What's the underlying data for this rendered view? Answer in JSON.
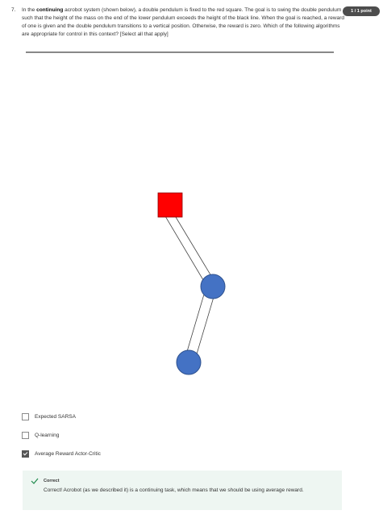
{
  "question": {
    "number": "7.",
    "prefix": "In the ",
    "emphasis": "continuing",
    "body": " acrobot system (shown below), a double pendulum is fixed to the red square. The goal is to swing the double pendulum such that the height of the mass on the end of the lower pendulum exceeds the height of the black line. When the goal is reached, a reward of one is given and the double pendulum transitions to a vertical position. Otherwise, the reward is zero. Which of the following algorithms are appropriate for control in this context? [Select all that apply]"
  },
  "points_badge": "1 / 1 point",
  "figure": {
    "anchor_color": "#ff0000",
    "mass_color": "#4472c4"
  },
  "options": [
    {
      "label": "Expected SARSA",
      "checked": false
    },
    {
      "label": "Q-learning",
      "checked": false
    },
    {
      "label": "Average Reward Actor-Critic",
      "checked": true
    }
  ],
  "feedback": {
    "title": "Correct",
    "text": "Correct! Acrobot (as we described it) is a continuing task, which means that we should be using average reward.",
    "accent_color": "#1e8a4c",
    "background_color": "#eef6f2"
  }
}
